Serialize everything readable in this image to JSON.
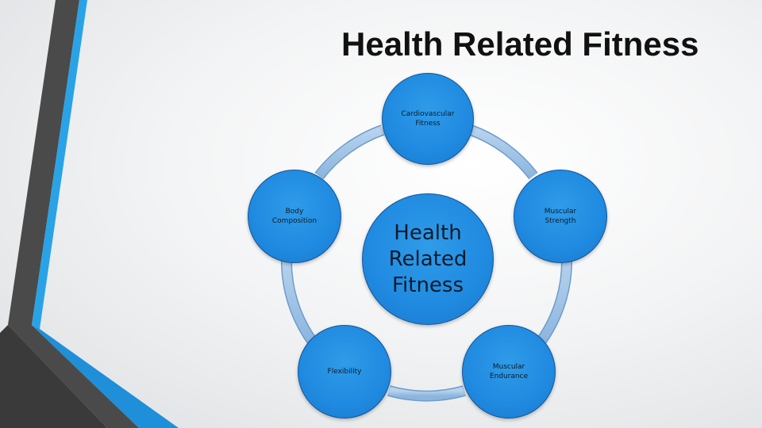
{
  "slide": {
    "title": "Health Related Fitness"
  },
  "diagram": {
    "center_label": "Health\nRelated\nFitness",
    "nodes": [
      {
        "label": "Cardiovascular\nFitness"
      },
      {
        "label": "Muscular\nStrength"
      },
      {
        "label": "Muscular\nEndurance"
      },
      {
        "label": "Flexibility"
      },
      {
        "label": "Body\nComposition"
      }
    ],
    "colors": {
      "node_fill": "#1f8ae0",
      "node_border": "#12559a",
      "ring": "#9dc3e6",
      "deco_gray": "#4a4a4a",
      "deco_blue": "#29a3e6"
    }
  }
}
